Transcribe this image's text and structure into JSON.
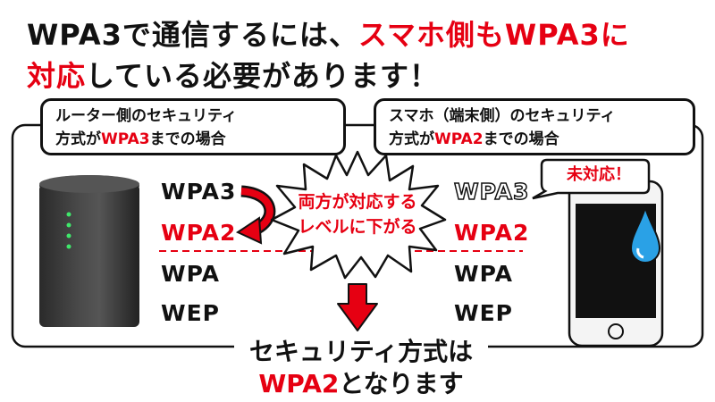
{
  "headline": {
    "line1_prefix": "WPA3で通信するには、",
    "line1_highlight": "スマホ側もWPA3に",
    "line2_highlight": "対応",
    "line2_suffix": "している必要があります！"
  },
  "router_bubble": {
    "line1": "ルーター側のセキュリティ",
    "line2_prefix": "方式が",
    "line2_highlight": "WPA3",
    "line2_suffix": "までの場合"
  },
  "phone_bubble": {
    "line1": "スマホ（端末側）のセキュリティ",
    "line2_prefix": "方式が",
    "line2_highlight": "WPA2",
    "line2_suffix": "までの場合"
  },
  "router_list": [
    "WPA3",
    "WPA2",
    "WPA",
    "WEP"
  ],
  "phone_list": [
    "WPA3",
    "WPA2",
    "WPA",
    "WEP"
  ],
  "unsupported_label": "未対応！",
  "burst": {
    "line1": "両方が対応する",
    "line2": "レベルに下がる"
  },
  "result": {
    "line1": "セキュリティ方式は",
    "line2_highlight": "WPA2",
    "line2_suffix": "となります"
  },
  "colors": {
    "accent": "#e60012",
    "outline": "#111111"
  },
  "icons": [
    "router-icon",
    "smartphone-icon",
    "water-drop-icon",
    "curved-arrow-icon",
    "down-arrow-icon",
    "explosion-burst-icon"
  ]
}
